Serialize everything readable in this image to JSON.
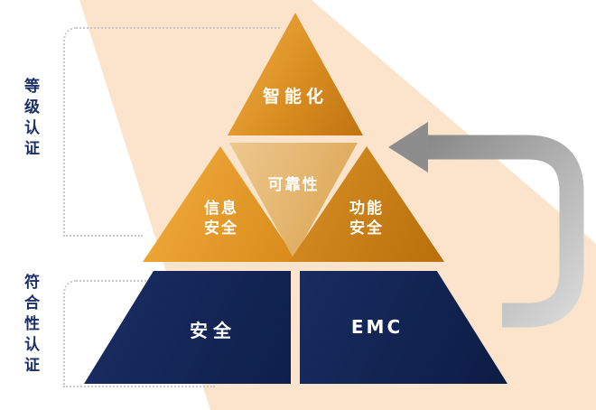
{
  "diagram": {
    "tiers": {
      "top": {
        "label": "智能化"
      },
      "mid_left": {
        "line1": "信息",
        "line2": "安全"
      },
      "mid_center": {
        "label": "可靠性"
      },
      "mid_right": {
        "line1": "功能",
        "line2": "安全"
      },
      "bottom_left": {
        "label": "安全"
      },
      "bottom_right": {
        "label": "EMC"
      }
    },
    "side_labels": {
      "upper": "等级认证",
      "lower": "符合性认证"
    },
    "colors": {
      "band_peach": "#fbe4cb",
      "gold_light": "#f2ae3e",
      "gold_dark": "#c07312",
      "tan_light": "#eec88f",
      "navy": "#14265a",
      "side_label_navy": "#1c2f66",
      "arrow_gray_light": "#d6d6d6",
      "arrow_gray_dark": "#8a8a8a",
      "dotted_line": "#c9c9c9"
    }
  }
}
